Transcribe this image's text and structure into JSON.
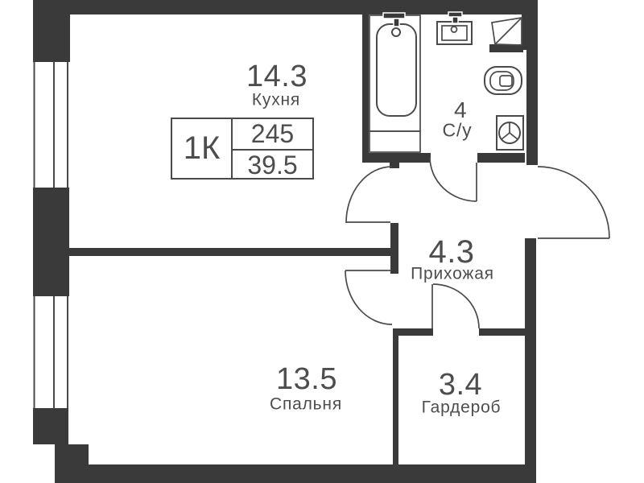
{
  "unit_card": {
    "type": "1К",
    "value_top": "245",
    "value_bottom": "39.5"
  },
  "rooms": [
    {
      "id": "kitchen",
      "area": "14.3",
      "name": "Кухня"
    },
    {
      "id": "bathroom",
      "area": "4",
      "name": "С/у"
    },
    {
      "id": "hallway",
      "area": "4.3",
      "name": "Прихожая"
    },
    {
      "id": "bedroom",
      "area": "13.5",
      "name": "Спальня"
    },
    {
      "id": "wardrobe",
      "area": "3.4",
      "name": "Гардероб"
    }
  ],
  "fixtures": [
    "bathtub",
    "bath-faucet",
    "sink",
    "sink-faucet",
    "toilet",
    "washing-machine",
    "ventilation-shaft"
  ],
  "doors": [
    "kitchen-door",
    "bathroom-door",
    "bedroom-door",
    "wardrobe-door",
    "entrance-door"
  ],
  "windows": [
    "left-wall-window-top",
    "left-wall-window-bottom"
  ],
  "colors": {
    "wall": "#3a3a3a",
    "fixture_line": "#4a4a4a",
    "text": "#4d4d4d",
    "background": "#ffffff"
  }
}
